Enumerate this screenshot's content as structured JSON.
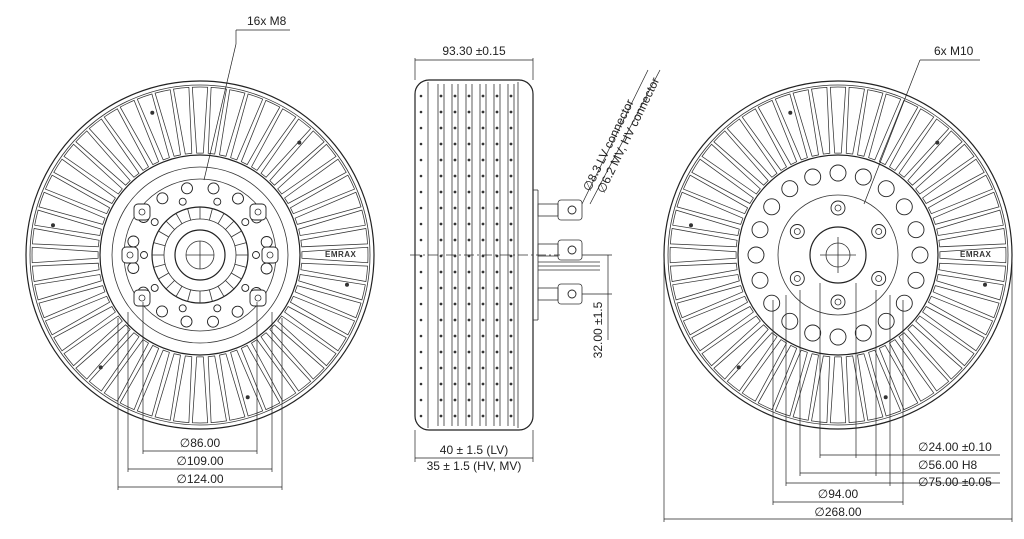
{
  "front_view": {
    "thread_callout": "16x M8",
    "dims": [
      "∅86.00",
      "∅109.00",
      "∅124.00"
    ]
  },
  "side_view": {
    "width_dim": "93.30 ±0.15",
    "connector_label_1": "∅8.3 LV connector",
    "connector_label_2": "∅6.2 MV, HV connector",
    "height_dim": "32.00 ±1.5",
    "bottom_dim_1": "40 ± 1.5 (LV)",
    "bottom_dim_2": "35 ± 1.5 (HV, MV)"
  },
  "rear_view": {
    "thread_callout": "6x M10",
    "dims": [
      "∅24.00 ±0.10",
      "∅56.00 H8",
      "∅75.00 ±0.05",
      "∅94.00",
      "∅268.00"
    ]
  },
  "logo_text": "EMRAX"
}
